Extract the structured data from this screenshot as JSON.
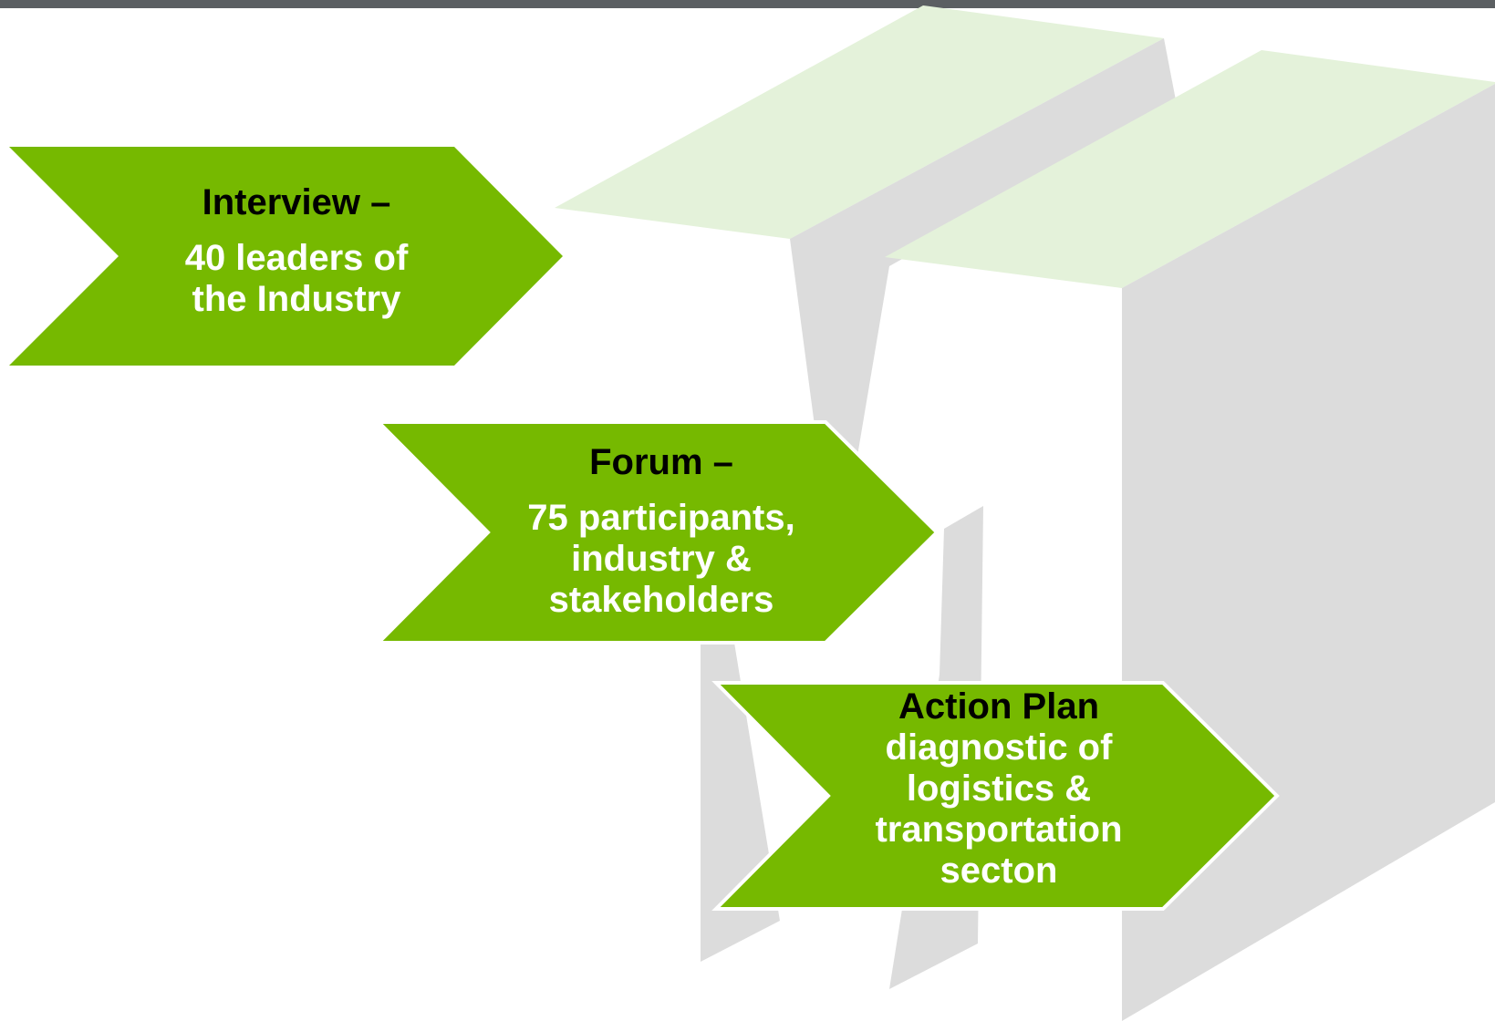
{
  "colors": {
    "arrow_fill": "#76b900",
    "arrow_border": "#ffffff",
    "heading_text": "#000000",
    "detail_text": "#ffffff",
    "block_gray": "#dcdcdc",
    "block_top_green": "#e4f2da",
    "top_bar": "#5b5f62"
  },
  "steps": [
    {
      "heading": "Interview –",
      "detail": "40 leaders of\nthe Industry"
    },
    {
      "heading": "Forum –",
      "detail": "75 participants,\nindustry &\nstakeholders"
    },
    {
      "heading": "Action Plan",
      "detail": "diagnostic of\nlogistics &\ntransportation\nsecton"
    }
  ]
}
